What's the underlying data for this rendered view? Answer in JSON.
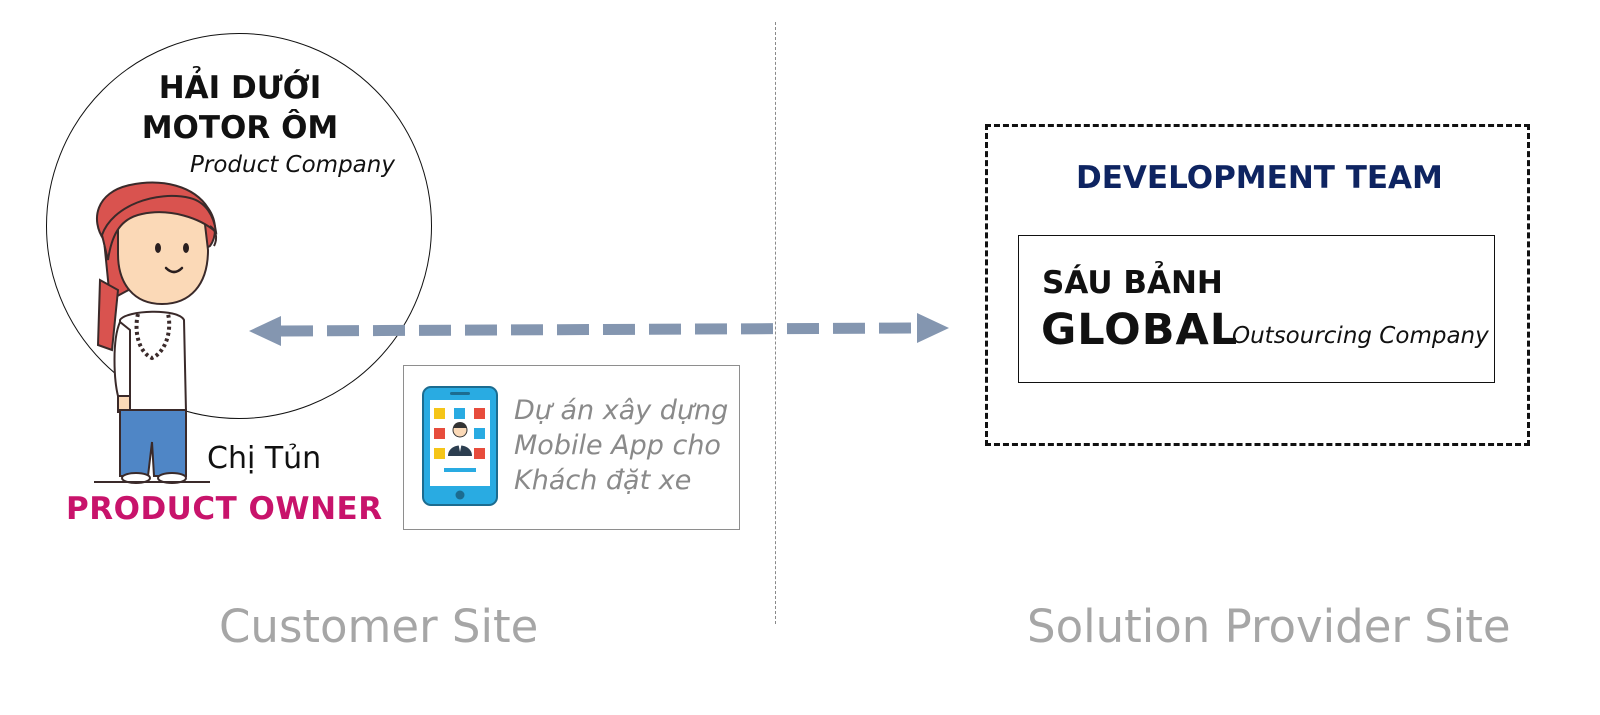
{
  "customer": {
    "company_name_line1": "HẢI DƯỚI",
    "company_name_line2": "MOTOR ÔM",
    "company_type": "Product Company",
    "person_name": "Chị Tủn",
    "role": "PRODUCT OWNER",
    "site_label": "Customer Site"
  },
  "project": {
    "lines": [
      "Dự án xây dựng",
      "Mobile App cho",
      "Khách đặt xe"
    ]
  },
  "provider": {
    "team_title": "DEVELOPMENT TEAM",
    "company_name_line1": "SÁU BẢNH",
    "company_name_line2": "GLOBAL",
    "company_type": "Outsourcing Company",
    "site_label": "Solution Provider Site"
  },
  "colors": {
    "role": "#c8136b",
    "team_title": "#0e2461",
    "arrow": "#8496b0",
    "site_label": "#a6a6a6"
  },
  "icons": [
    "woman-avatar-icon",
    "mobile-app-icon",
    "bidirectional-arrow-icon"
  ]
}
